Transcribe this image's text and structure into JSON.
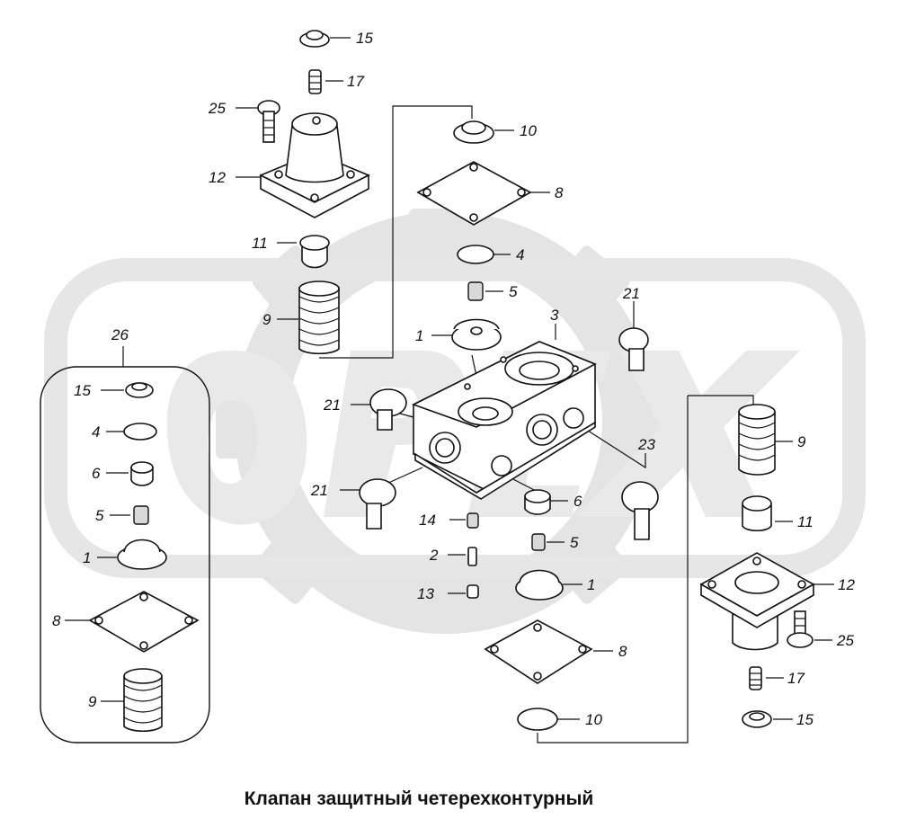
{
  "title": "Клапан защитный четерехконтурный",
  "watermark": "OPEX",
  "colors": {
    "ink": "#111111",
    "watermark": "#e4e4e4",
    "background": "#ffffff"
  },
  "kit_label": "26",
  "callouts": [
    {
      "id": "c15a",
      "label": "15"
    },
    {
      "id": "c17a",
      "label": "17"
    },
    {
      "id": "c25a",
      "label": "25"
    },
    {
      "id": "c12a",
      "label": "12"
    },
    {
      "id": "c11a",
      "label": "11"
    },
    {
      "id": "c9a",
      "label": "9"
    },
    {
      "id": "c10a",
      "label": "10"
    },
    {
      "id": "c8a",
      "label": "8"
    },
    {
      "id": "c4a",
      "label": "4"
    },
    {
      "id": "c5a",
      "label": "5"
    },
    {
      "id": "c1a",
      "label": "1"
    },
    {
      "id": "c3",
      "label": "3"
    },
    {
      "id": "c21a",
      "label": "21"
    },
    {
      "id": "c21b",
      "label": "21"
    },
    {
      "id": "c21c",
      "label": "21"
    },
    {
      "id": "c23",
      "label": "23"
    },
    {
      "id": "c6a",
      "label": "6"
    },
    {
      "id": "c14",
      "label": "14"
    },
    {
      "id": "c5b",
      "label": "5"
    },
    {
      "id": "c2",
      "label": "2"
    },
    {
      "id": "c13",
      "label": "13"
    },
    {
      "id": "c1b",
      "label": "1"
    },
    {
      "id": "c8b",
      "label": "8"
    },
    {
      "id": "c10b",
      "label": "10"
    },
    {
      "id": "c9b",
      "label": "9"
    },
    {
      "id": "c11b",
      "label": "11"
    },
    {
      "id": "c12b",
      "label": "12"
    },
    {
      "id": "c25b",
      "label": "25"
    },
    {
      "id": "c17b",
      "label": "17"
    },
    {
      "id": "c15b",
      "label": "15"
    },
    {
      "id": "k15",
      "label": "15"
    },
    {
      "id": "k4",
      "label": "4"
    },
    {
      "id": "k6",
      "label": "6"
    },
    {
      "id": "k5",
      "label": "5"
    },
    {
      "id": "k1",
      "label": "1"
    },
    {
      "id": "k8",
      "label": "8"
    },
    {
      "id": "k9",
      "label": "9"
    }
  ]
}
